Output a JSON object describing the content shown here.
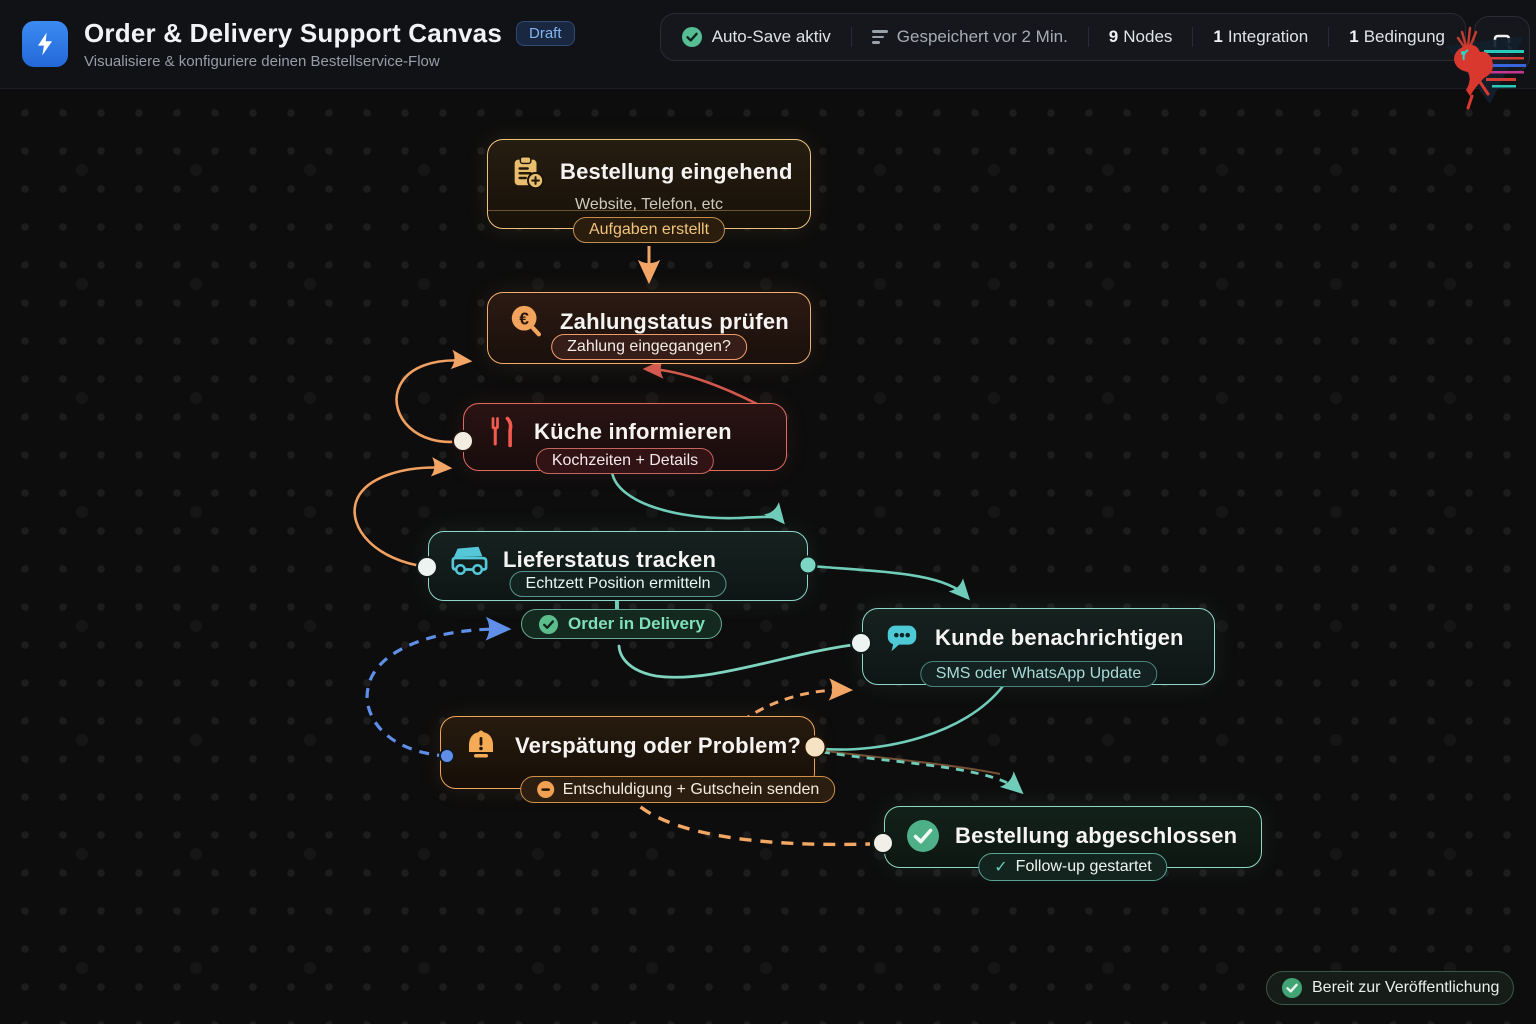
{
  "header": {
    "title": "Order & Delivery Support Canvas",
    "status_badge": "Draft",
    "subtitle": "Visualisiere & konfiguriere deinen Bestellservice-Flow",
    "stats": {
      "autosave_label": "Auto-Save aktiv",
      "saved_label": "Gespeichert vor 2 Min.",
      "nodes_count": "9",
      "nodes_label": "Nodes",
      "integration_count": "1",
      "integration_label": "Integration",
      "condition_count": "1",
      "condition_label": "Bedingung"
    }
  },
  "nodes": {
    "order_in": {
      "title": "Bestellung eingehend",
      "subtitle": "Website, Telefon, etc",
      "badge": "Aufgaben erstellt",
      "icon": "clipboard-plus-icon"
    },
    "payment": {
      "title": "Zahlungstatus prüfen",
      "badge": "Zahlung eingegangen?",
      "icon": "euro-magnifier-icon"
    },
    "kitchen": {
      "title": "Küche informieren",
      "badge": "Kochzeiten + Details",
      "icon": "fork-knife-icon"
    },
    "delivery": {
      "title": "Lieferstatus tracken",
      "badge": "Echtzett Position ermitteln",
      "icon": "truck-icon"
    },
    "notify": {
      "title": "Kunde benachrichtigen",
      "badge": "SMS oder WhatsApp Update",
      "icon": "chat-bubble-icon"
    },
    "problem": {
      "title": "Verspätung oder Problem?",
      "badge": "Entschuldigung + Gutschein senden",
      "icon": "alert-bell-icon"
    },
    "done": {
      "title": "Bestellung abgeschlossen",
      "badge": "Follow-up gestartet",
      "badge_check": "✓",
      "icon": "check-circle-icon"
    }
  },
  "pills": {
    "order_in_delivery": "Order in Delivery",
    "ready": "Bereit zur Veröffentlichung"
  },
  "colors": {
    "accent_blue": "#2f7ceb",
    "amber": "#edc37a",
    "orange": "#f2a565",
    "red": "#d2584d",
    "teal": "#6fcdb9",
    "green": "#41a474",
    "edge_blue": "#5f8fe8",
    "canvas_bg": "#0d0d0d",
    "header_bg": "#101216"
  }
}
